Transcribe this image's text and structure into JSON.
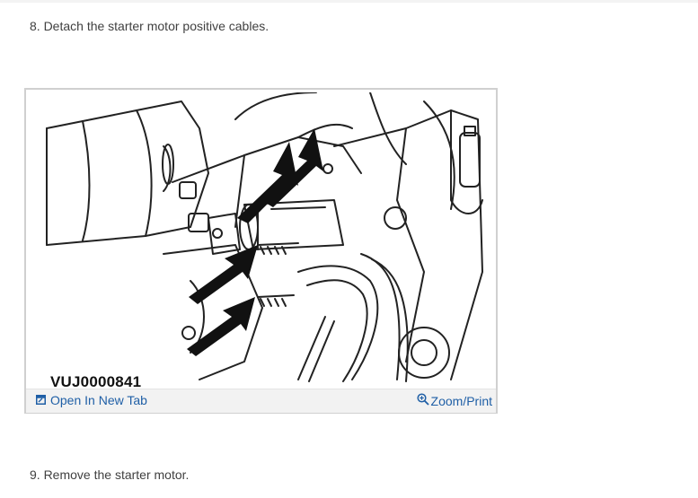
{
  "steps": {
    "step8": "8. Detach the starter motor positive cables.",
    "step9": "9. Remove the starter motor."
  },
  "figure": {
    "code": "VUJ0000841",
    "open_label": "Open In New Tab",
    "zoom_label": "Zoom/Print",
    "open_icon": "open-new-tab-icon",
    "zoom_icon": "zoom-magnifier-icon"
  },
  "colors": {
    "link": "#1f5fa6",
    "toolbar_bg": "#f2f2f2",
    "border": "#d0d0d0"
  }
}
